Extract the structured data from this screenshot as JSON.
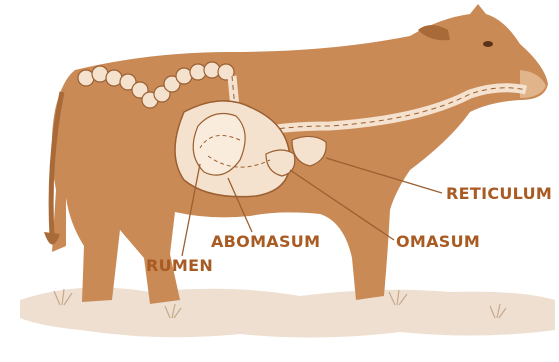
{
  "colors": {
    "background": "#ffffff",
    "cow": "#c98a56",
    "cow_dark": "#a96a39",
    "organ_fill": "#f4e2cf",
    "organ_stroke": "#9b5f31",
    "label": "#a85b23",
    "leader_line": "#9b5f31",
    "ground": "#ecdccb"
  },
  "labels": {
    "reticulum": "RETICULUM",
    "omasum": "OMASUM",
    "abomasum": "ABOMASUM",
    "rumen": "RUMEN"
  }
}
